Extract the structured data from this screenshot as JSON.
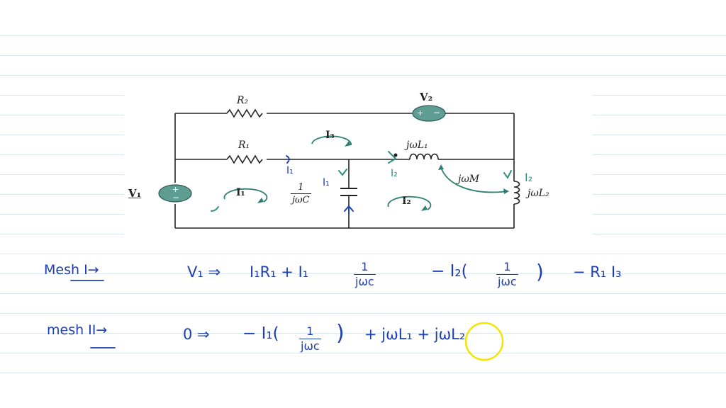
{
  "circuit": {
    "r2": "R₂",
    "r1": "R₁",
    "v2": "V₂",
    "v1": "V₁",
    "cap": {
      "num": "1",
      "den": "jωC"
    },
    "l1": "jωL₁",
    "l2": "jωL₂",
    "m": "jωM",
    "mesh1": "I₁",
    "mesh2": "I₂",
    "mesh3": "I₃",
    "plus": "+",
    "minus": "−"
  },
  "annotations": {
    "i1_r1": "I₁",
    "i1_cap": "I₁",
    "i2_l1": "I₂",
    "i2_l2": "I₂"
  },
  "equations": {
    "mesh1_label": "Mesh I→",
    "mesh1_v": "V₁ ⇒",
    "mesh1_t1": "I₁R₁ + I₁",
    "mesh1_frac_num": "1",
    "mesh1_frac_den": "jωc",
    "mesh1_t2": "− I₂(",
    "mesh1_t2_num": "1",
    "mesh1_t2_den": "jωc",
    "mesh1_t2_close": ")",
    "mesh1_t3": "− R₁ I₃",
    "mesh2_label": "mesh II→",
    "mesh2_v": "0 ⇒",
    "mesh2_t1": "− I₁(",
    "mesh2_frac_num": "1",
    "mesh2_frac_den": "jωc",
    "mesh2_close": ")",
    "mesh2_t2": "+ jωL₁ + jωL₂"
  },
  "colors": {
    "wire": "#222222",
    "source_fill": "#5f9c92",
    "handwriting_blue": "#1f3fb0",
    "handwriting_green": "#2f8f80",
    "highlight": "#f2e600",
    "ruled": "#d8e6ef"
  }
}
